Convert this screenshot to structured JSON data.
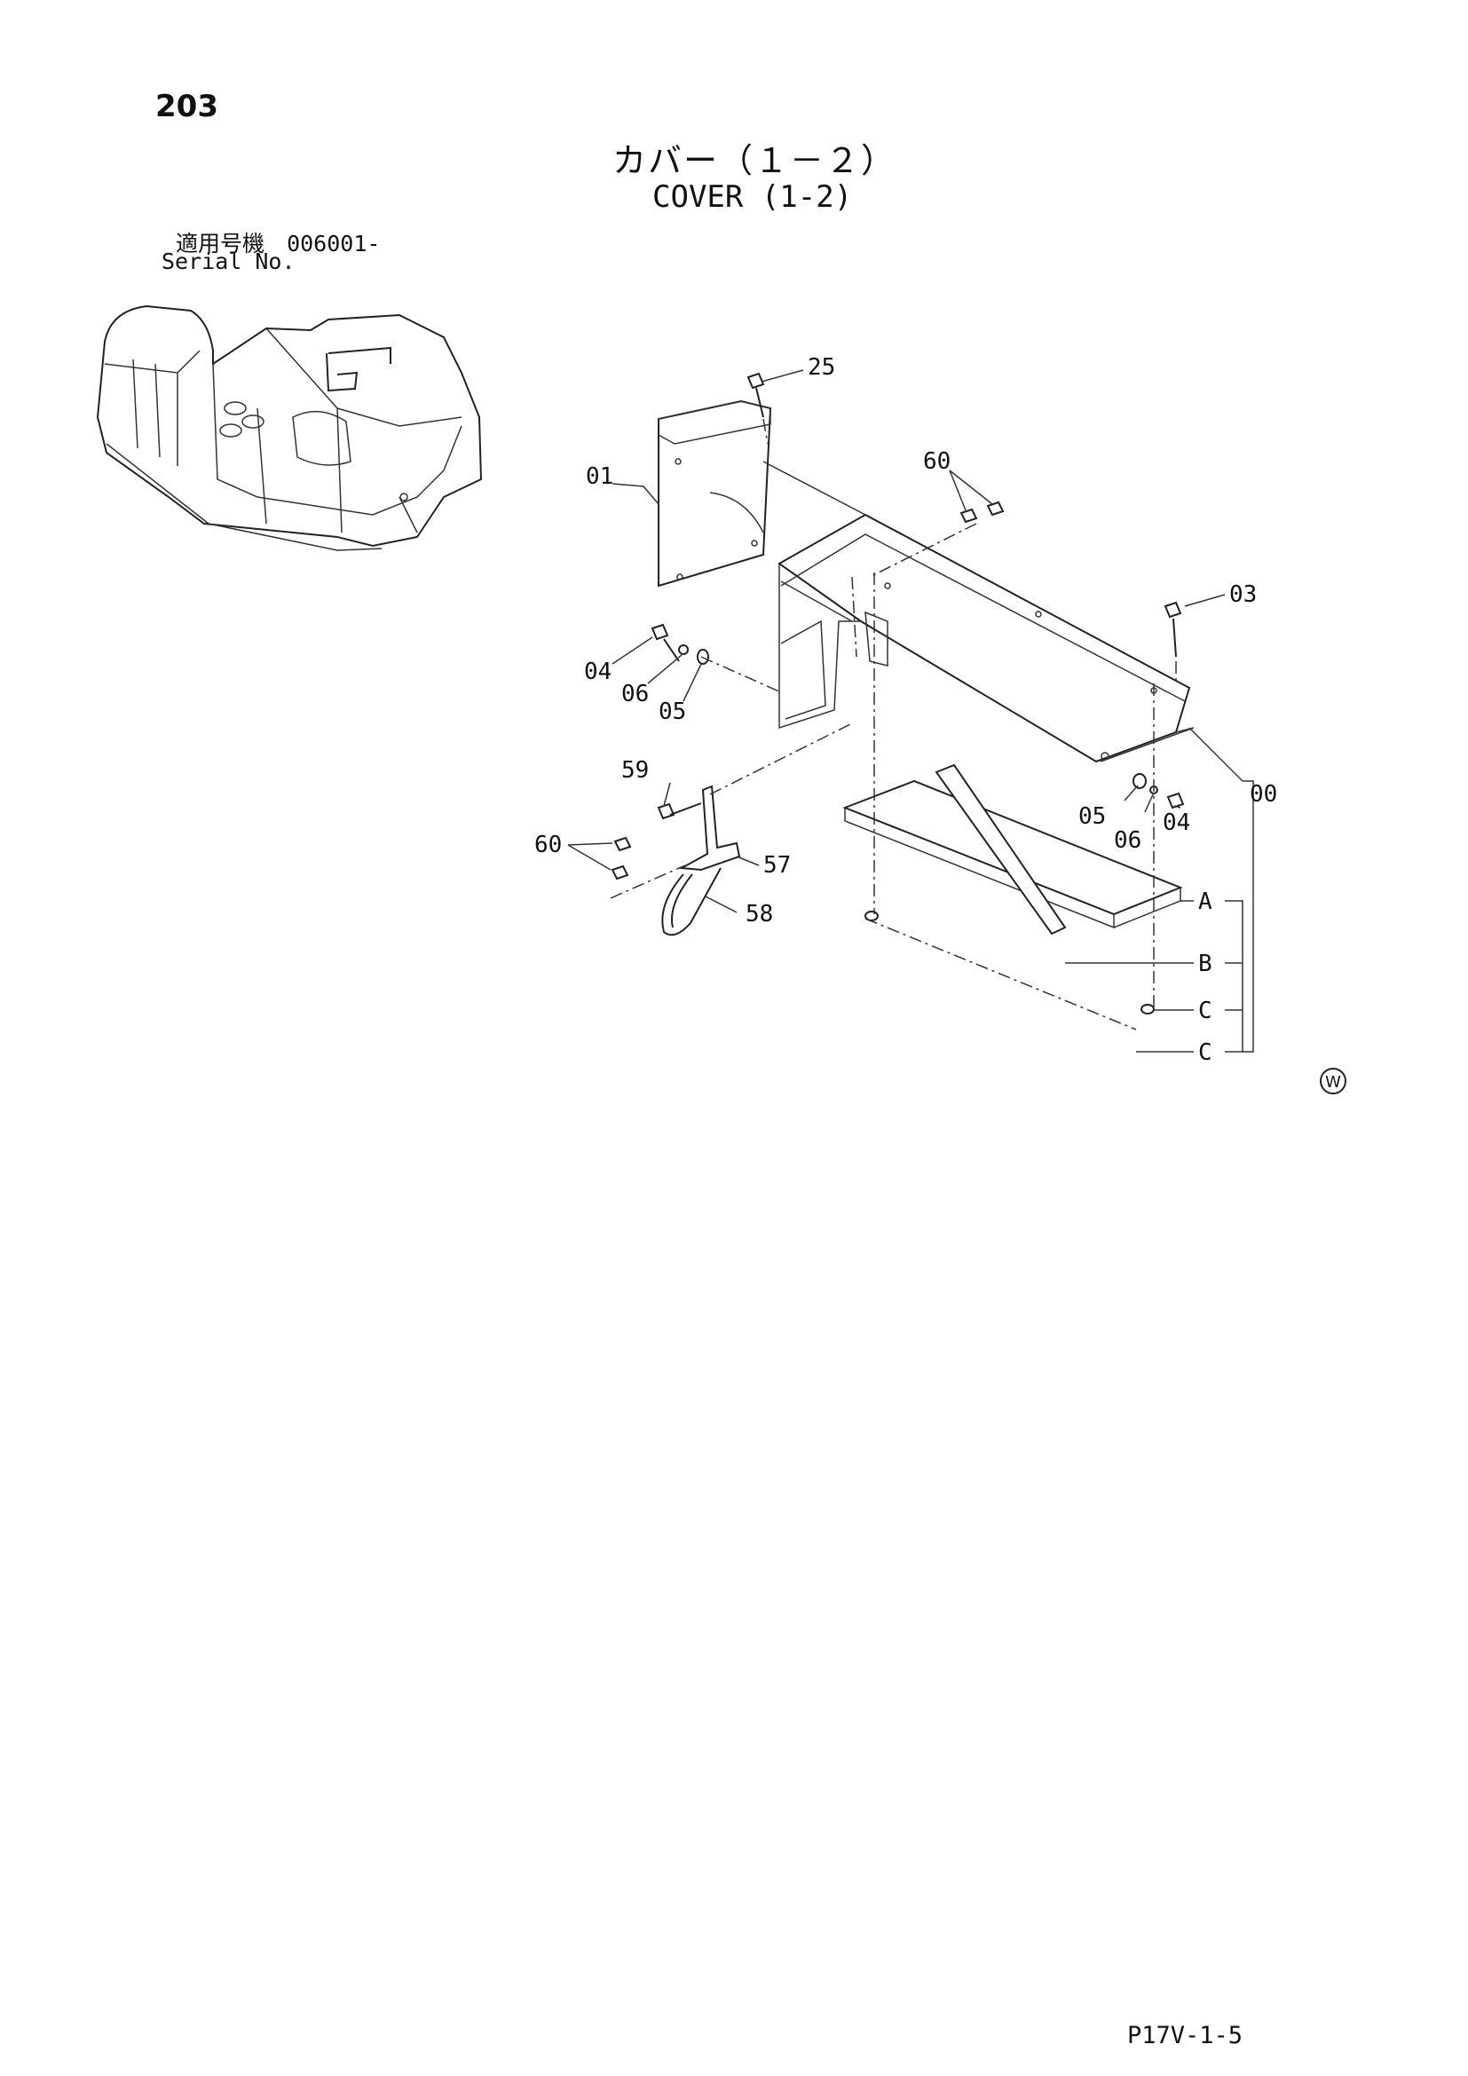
{
  "header": {
    "page_number": "203",
    "title_jp": "カバー（１－２）",
    "title_en": "COVER (1-2)",
    "serial_label_jp": "適用号機",
    "serial_value": "006001-",
    "serial_label_en": "Serial No."
  },
  "footer": {
    "ref_code": "P17V-1-5",
    "mark": "W"
  },
  "callouts": {
    "c25": "25",
    "c01": "01",
    "c60a": "60",
    "c03": "03",
    "c04a": "04",
    "c06a": "06",
    "c05a": "05",
    "c59": "59",
    "c00": "00",
    "c05b": "05",
    "c06b": "06",
    "c04b": "04",
    "c60b": "60",
    "c57": "57",
    "c58": "58",
    "cA": "A",
    "cB": "B",
    "cC1": "C",
    "cC2": "C"
  }
}
